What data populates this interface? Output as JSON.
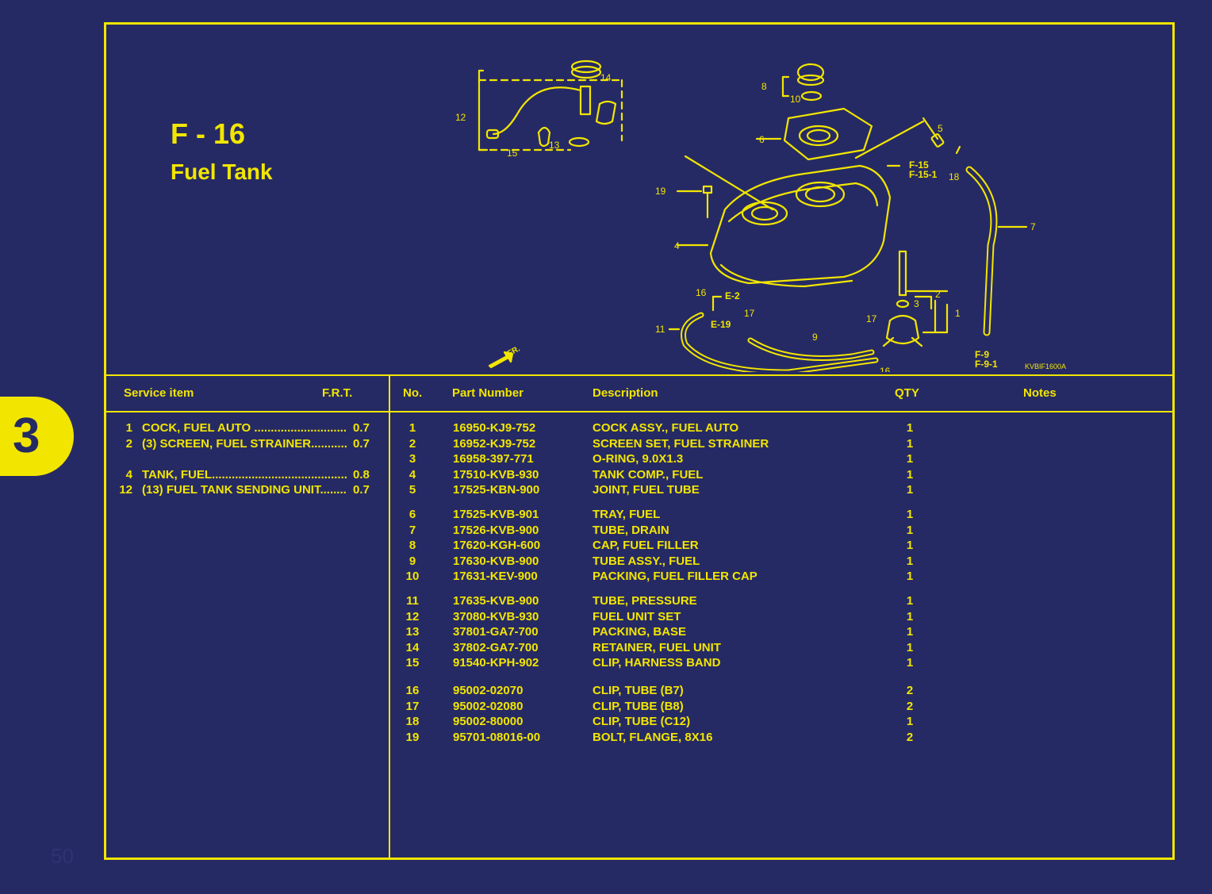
{
  "section": {
    "code": "F - 16",
    "name": "Fuel Tank"
  },
  "side_tab": {
    "number": "3"
  },
  "page_number": "50",
  "diagram": {
    "code": "KVBIF1600A",
    "direction": "FR.",
    "refs": {
      "e2": "E-2",
      "e19": "E-19",
      "f15": "F-15",
      "f151": "F-15-1",
      "f9": "F-9",
      "f91": "F-9-1"
    },
    "callouts": [
      "1",
      "2",
      "3",
      "4",
      "5",
      "6",
      "7",
      "8",
      "9",
      "10",
      "11",
      "12",
      "13",
      "14",
      "15",
      "16",
      "17",
      "18",
      "19"
    ]
  },
  "service_header": {
    "item": "Service item",
    "frt": "F.R.T."
  },
  "service_items": [
    {
      "no": "1",
      "name": "COCK, FUEL AUTO ......................................",
      "frt": "0.7"
    },
    {
      "no": "2",
      "name": "(3) SCREEN, FUEL STRAINER..................",
      "frt": "0.7"
    },
    {
      "no": "4",
      "name": "TANK, FUEL.....................................................",
      "frt": "0.8"
    },
    {
      "no": "12",
      "name": "(13)  FUEL TANK SENDING UNIT.........",
      "frt": "0.7"
    }
  ],
  "parts_header": {
    "no": "No.",
    "part": "Part Number",
    "desc": "Description",
    "qty": "QTY",
    "notes": "Notes"
  },
  "parts": [
    {
      "no": "1",
      "pn": "16950-KJ9-752",
      "desc": "COCK ASSY., FUEL AUTO",
      "qty": "1"
    },
    {
      "no": "2",
      "pn": "16952-KJ9-752",
      "desc": "SCREEN SET, FUEL STRAINER",
      "qty": "1"
    },
    {
      "no": "3",
      "pn": "16958-397-771",
      "desc": "O-RING, 9.0X1.3",
      "qty": "1"
    },
    {
      "no": "4",
      "pn": "17510-KVB-930",
      "desc": "TANK COMP., FUEL",
      "qty": "1"
    },
    {
      "no": "5",
      "pn": "17525-KBN-900",
      "desc": "JOINT, FUEL TUBE",
      "qty": "1"
    },
    {
      "no": "6",
      "pn": "17525-KVB-901",
      "desc": "TRAY, FUEL",
      "qty": "1"
    },
    {
      "no": "7",
      "pn": "17526-KVB-900",
      "desc": "TUBE, DRAIN",
      "qty": "1"
    },
    {
      "no": "8",
      "pn": "17620-KGH-600",
      "desc": "CAP, FUEL FILLER",
      "qty": "1"
    },
    {
      "no": "9",
      "pn": "17630-KVB-900",
      "desc": "TUBE ASSY., FUEL",
      "qty": "1"
    },
    {
      "no": "10",
      "pn": "17631-KEV-900",
      "desc": "PACKING, FUEL FILLER CAP",
      "qty": "1"
    },
    {
      "no": "11",
      "pn": "17635-KVB-900",
      "desc": "TUBE, PRESSURE",
      "qty": "1"
    },
    {
      "no": "12",
      "pn": "37080-KVB-930",
      "desc": "FUEL UNIT SET",
      "qty": "1"
    },
    {
      "no": "13",
      "pn": "37801-GA7-700",
      "desc": "PACKING, BASE",
      "qty": "1"
    },
    {
      "no": "14",
      "pn": "37802-GA7-700",
      "desc": "RETAINER, FUEL UNIT",
      "qty": "1"
    },
    {
      "no": "15",
      "pn": "91540-KPH-902",
      "desc": "CLIP, HARNESS BAND",
      "qty": "1"
    },
    {
      "no": "16",
      "pn": "95002-02070",
      "desc": "CLIP, TUBE (B7)",
      "qty": "2"
    },
    {
      "no": "17",
      "pn": "95002-02080",
      "desc": "CLIP, TUBE (B8)",
      "qty": "2"
    },
    {
      "no": "18",
      "pn": "95002-80000",
      "desc": "CLIP, TUBE (C12)",
      "qty": "1"
    },
    {
      "no": "19",
      "pn": "95701-08016-00",
      "desc": "BOLT, FLANGE, 8X16",
      "qty": "2"
    }
  ],
  "colors": {
    "background": "#262a64",
    "ink": "#f2e600"
  }
}
